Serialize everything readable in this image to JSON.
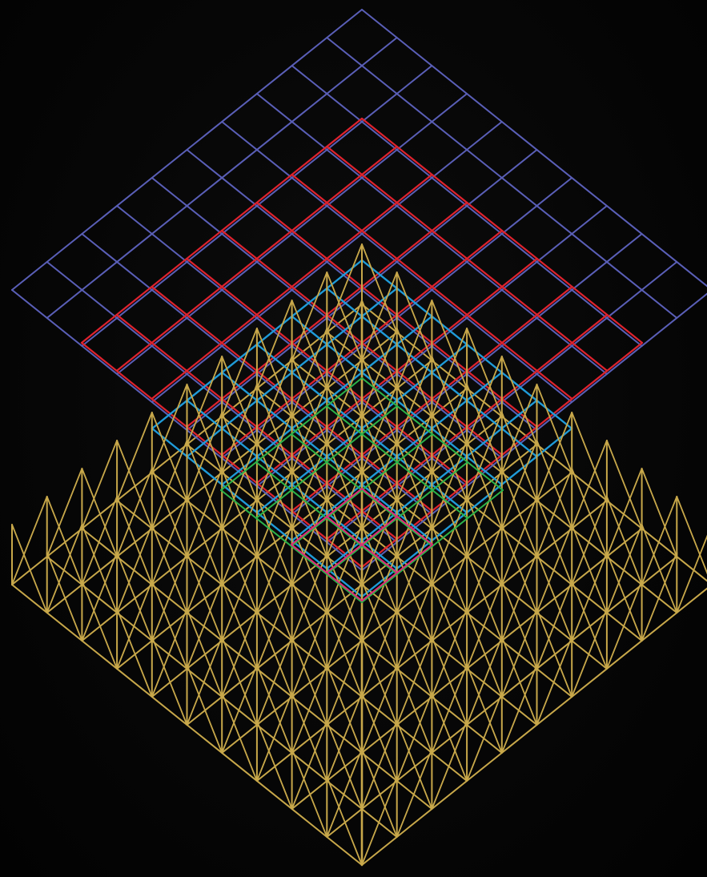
{
  "artwork": {
    "background": "#050505",
    "layers": [
      {
        "name": "blue-lattice",
        "color": "#5a5fb8",
        "cells": 10
      },
      {
        "name": "red-lattice",
        "color": "#e0232e",
        "cells": 8
      },
      {
        "name": "cyan-lattice",
        "color": "#1f9bd8",
        "cells": 6
      },
      {
        "name": "green-lattice",
        "color": "#2bb34a",
        "cells": 4
      },
      {
        "name": "magenta-lattice",
        "color": "#e0287a",
        "cells": 2
      },
      {
        "name": "gold-wireframe",
        "color": "#c8a84a",
        "cells": 10
      }
    ]
  }
}
